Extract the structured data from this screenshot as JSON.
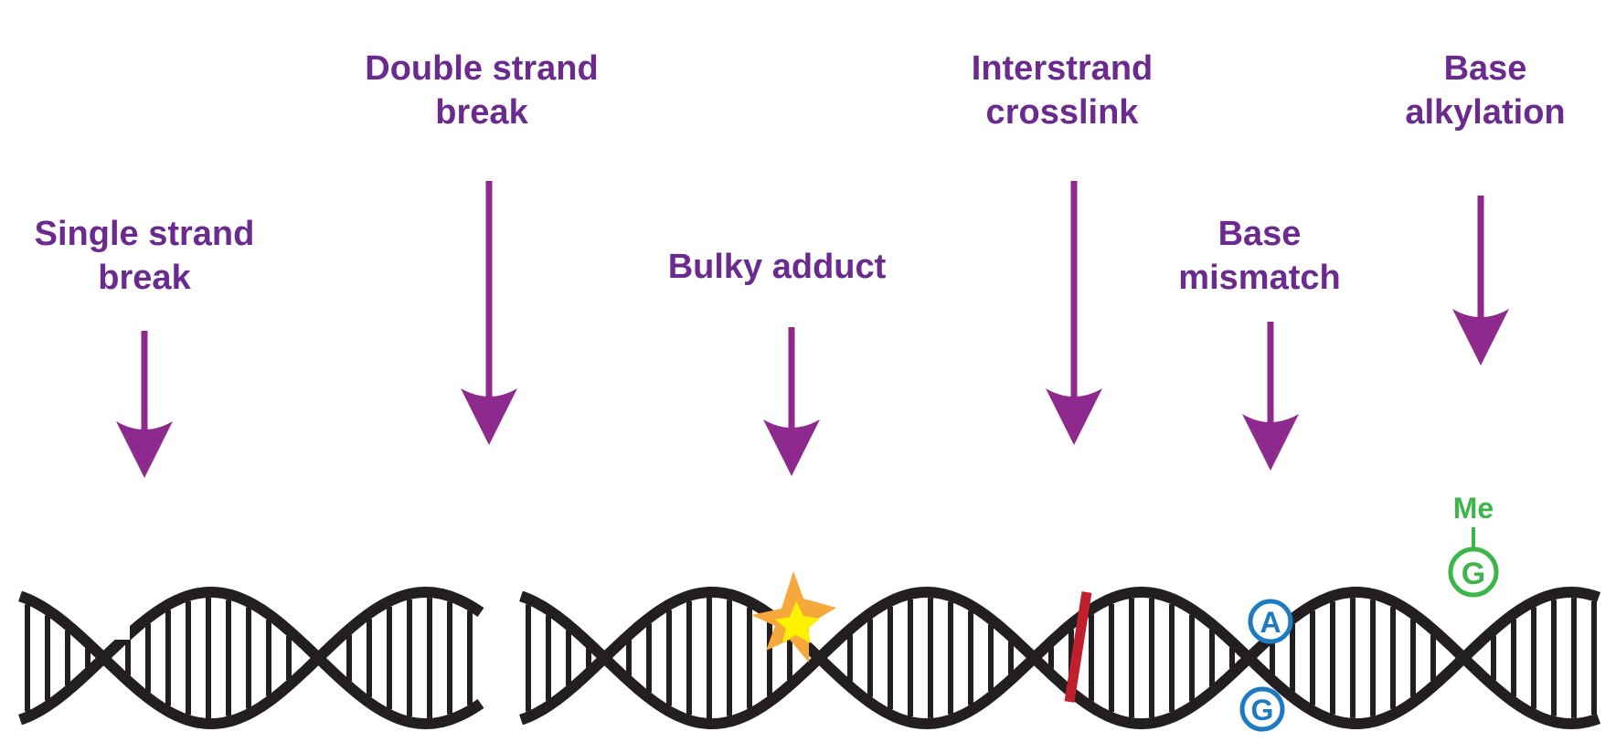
{
  "labels": {
    "single_strand_break": "Single strand\nbreak",
    "double_strand_break": "Double strand\nbreak",
    "bulky_adduct": "Bulky adduct",
    "interstrand_crosslink": "Interstrand\ncrosslink",
    "base_mismatch": "Base\nmismatch",
    "base_alkylation": "Base\nalkylation"
  },
  "bases": {
    "mismatch_top": "A",
    "mismatch_bottom": "G",
    "alkylated": "G",
    "methyl": "Me"
  },
  "colors": {
    "label": "#6b2a8e",
    "arrow": "#8e2a8e",
    "dna": "#231f20",
    "crosslink": "#c0202e",
    "adduct_outer": "#f6a83a",
    "adduct_inner": "#fff200",
    "mismatch": "#1f7bc1",
    "methyl": "#3cb54a"
  }
}
